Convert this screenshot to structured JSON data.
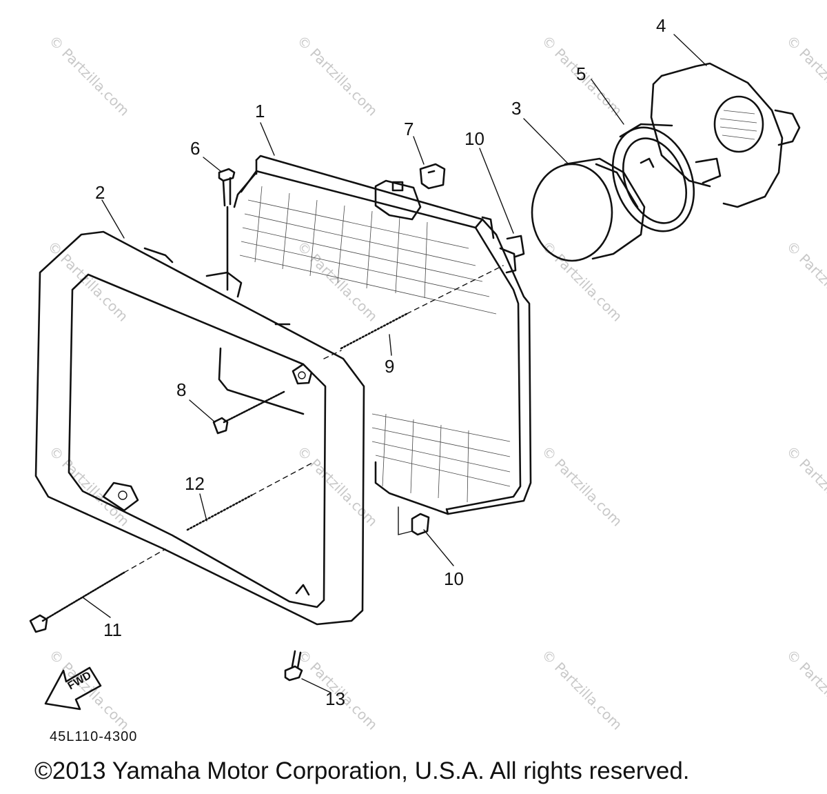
{
  "callouts": [
    "1",
    "2",
    "3",
    "4",
    "5",
    "6",
    "7",
    "8",
    "9",
    "10",
    "10",
    "11",
    "12",
    "13"
  ],
  "watermark": "© Partzilla.com",
  "part_code": "45L110-4300",
  "fwd_label": "FWD",
  "copyright": "©2013 Yamaha Motor Corporation, U.S.A. All rights reserved."
}
